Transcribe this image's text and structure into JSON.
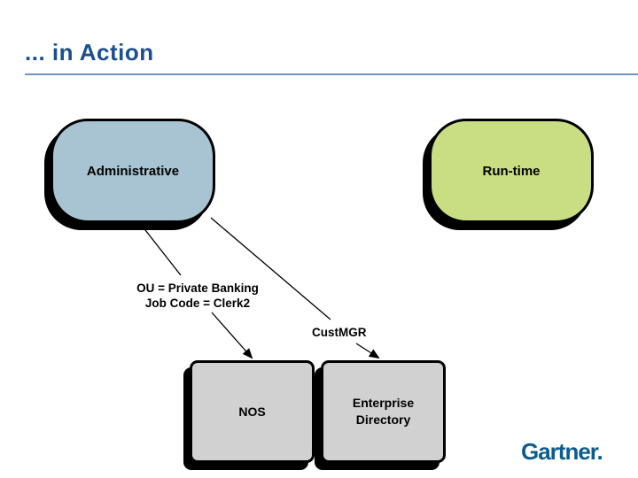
{
  "slide": {
    "title": "... in Action",
    "title_color": "#1c4f8e",
    "rule_color": "#7293bd",
    "background": "#ffffff",
    "logo_text": "Gartner.",
    "logo_color": "#0d5c8e"
  },
  "diagram": {
    "nodes": [
      {
        "id": "administrative",
        "label": "Administrative",
        "shape": "rounded-rectangle",
        "fill": "#a8c3d1"
      },
      {
        "id": "run-time",
        "label": "Run-time",
        "shape": "rounded-rectangle",
        "fill": "#c9de83"
      },
      {
        "id": "nos",
        "label": "NOS",
        "shape": "rectangle",
        "fill": "#d1d1d1"
      },
      {
        "id": "enterprise-directory",
        "label": "Enterprise Directory",
        "shape": "rectangle",
        "fill": "#d1d1d1"
      }
    ],
    "labels": [
      {
        "id": "attributes",
        "lines": [
          "OU = Private Banking",
          "Job Code = Clerk2"
        ]
      },
      {
        "id": "custmgr",
        "text": "CustMGR"
      }
    ],
    "connectors": [
      {
        "from": "administrative",
        "to": "attributes-label",
        "arrow": false
      },
      {
        "from": "administrative",
        "to": "custmgr-label",
        "arrow": false
      },
      {
        "from": "attributes-label",
        "to": "nos",
        "arrow": true
      },
      {
        "from": "custmgr-label",
        "to": "enterprise-directory",
        "arrow": true
      }
    ],
    "line_color": "#000000"
  }
}
